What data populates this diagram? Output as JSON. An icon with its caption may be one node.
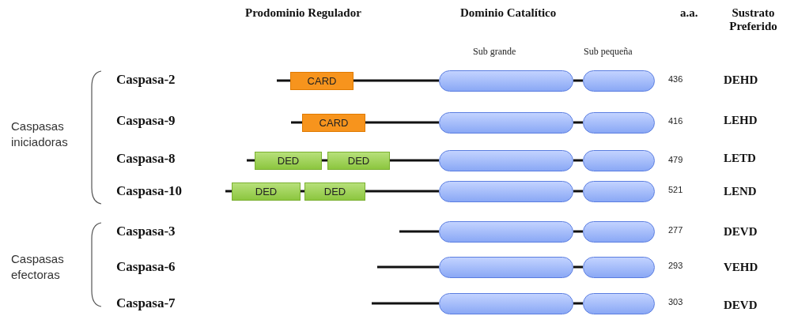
{
  "diagram": {
    "nodes": [
      {
        "text": [
          "CARD"
        ]
      },
      {
        "text": [],
        "shape": "box"
      },
      {
        "text": [],
        "shape": "box"
      },
      {
        "text": [
          "CARD"
        ]
      },
      {
        "text": [],
        "shape": "box"
      },
      {
        "text": [],
        "shape": "box"
      },
      {
        "text": [
          "DED"
        ]
      },
      {
        "text": [
          "DED"
        ]
      },
      {
        "text": [],
        "shape": "box"
      },
      {
        "text": [],
        "shape": "box"
      },
      {
        "text": [
          "DED"
        ]
      },
      {
        "text": [
          "DED"
        ]
      },
      {
        "text": [],
        "shape": "box"
      },
      {
        "text": [],
        "shape": "box"
      },
      {
        "text": [],
        "shape": "box"
      },
      {
        "text": [],
        "shape": "box"
      },
      {
        "text": [],
        "shape": "box"
      },
      {
        "text": [],
        "shape": "box"
      },
      {
        "text": [],
        "shape": "box"
      },
      {
        "text": [],
        "shape": "box"
      }
    ],
    "edges": [
      {
        "from": null,
        "to": 0,
        "arrow": "none"
      },
      {
        "from": 0,
        "to": 1,
        "arrow": "none"
      },
      {
        "from": 1,
        "to": 2,
        "arrow": "none"
      },
      {
        "from": null,
        "to": 3,
        "arrow": "none"
      },
      {
        "from": 3,
        "to": 4,
        "arrow": "none"
      },
      {
        "from": 4,
        "to": 5,
        "arrow": "none"
      },
      {
        "from": null,
        "to": 6,
        "arrow": "none"
      },
      {
        "from": 6,
        "to": 7,
        "arrow": "none"
      },
      {
        "from": 7,
        "to": 8,
        "arrow": "none"
      },
      {
        "from": 8,
        "to": 9,
        "arrow": "none"
      },
      {
        "from": null,
        "to": 10,
        "arrow": "none"
      },
      {
        "from": 10,
        "to": 11,
        "arrow": "none"
      },
      {
        "from": 11,
        "to": 12,
        "arrow": "none"
      },
      {
        "from": 12,
        "to": 13,
        "arrow": "none"
      },
      {
        "from": null,
        "to": 14,
        "arrow": "none"
      },
      {
        "from": 14,
        "to": 15,
        "arrow": "none"
      },
      {
        "from": null,
        "to": 16,
        "arrow": "none"
      },
      {
        "from": 16,
        "to": 17,
        "arrow": "none"
      },
      {
        "from": null,
        "to": 18,
        "arrow": "none"
      },
      {
        "from": 18,
        "to": 19,
        "arrow": "none"
      }
    ],
    "labels": [
      "Prodominio Regulador",
      "Dominio Catalítico",
      "a.a.",
      "Sustrato Preferido",
      "Sub grande",
      "Sub pequeña",
      "Caspasa-2",
      "436",
      "DEHD",
      "Caspasas iniciadoras",
      "Caspasa-9",
      "416",
      "LEHD",
      "Caspasa-8",
      "479",
      "LETD",
      "Caspasa-10",
      "521",
      "LEND",
      "Caspasa-3",
      "277",
      "DEVD",
      "Caspasas efectoras",
      "Caspasa-6",
      "293",
      "VEHD",
      "Caspasa-7",
      "303",
      "DEVD"
    ]
  }
}
